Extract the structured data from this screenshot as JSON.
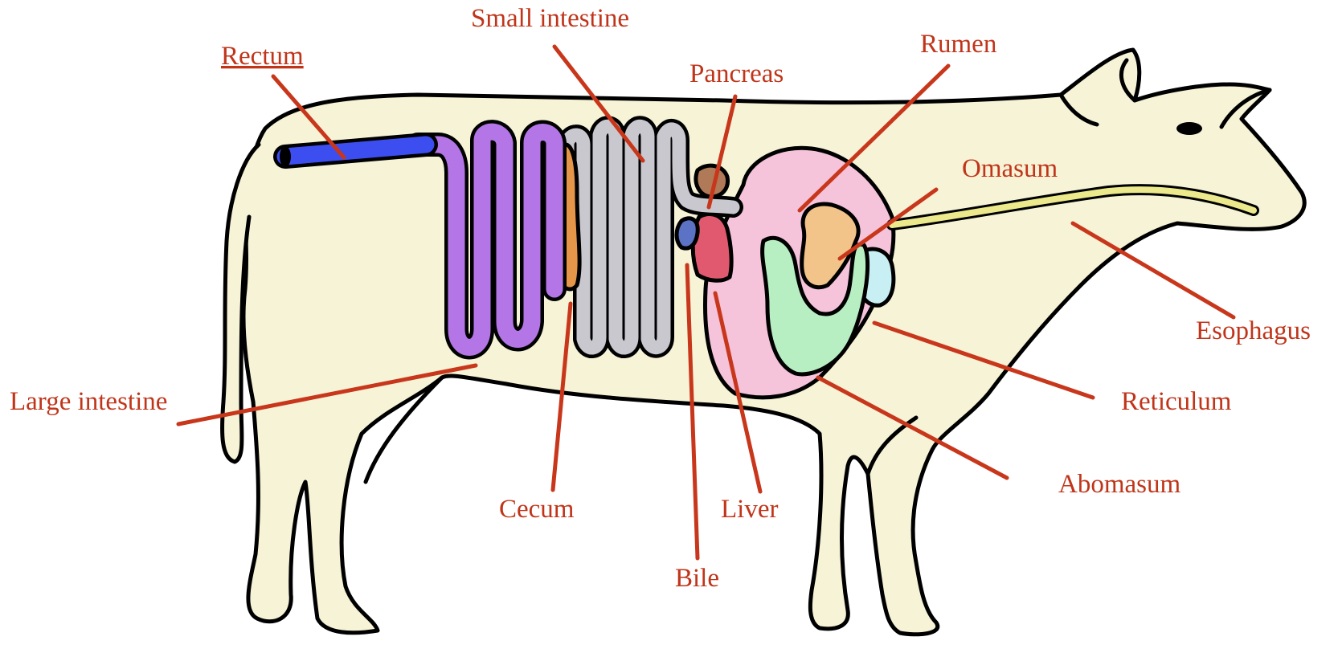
{
  "colors": {
    "label": "#c0351a",
    "leader": "#c8371b",
    "body": "#f6f3d7",
    "rectum": "#3d4ef0",
    "large_intestine": "#b476e6",
    "small_intestine": "#c9c8cf",
    "cecum": "#e59648",
    "pancreas": "#b07a58",
    "bile": "#5c72c4",
    "liver": "#e0596f",
    "rumen": "#f5c3da",
    "omasum": "#f2c48a",
    "reticulum": "#b8efc2",
    "abomasum": "#c8f0f4",
    "esophagus": "#ece98c"
  },
  "labels": {
    "rectum": "Rectum",
    "small_intestine": "Small intestine",
    "pancreas": "Pancreas",
    "rumen": "Rumen",
    "omasum": "Omasum",
    "esophagus": "Esophagus",
    "reticulum": "Reticulum",
    "abomasum": "Abomasum",
    "large_intestine": "Large intestine",
    "cecum": "Cecum",
    "liver": "Liver",
    "bile": "Bile"
  },
  "icons": {
    "body": "cow-outline-icon",
    "eye": "eye-icon"
  }
}
